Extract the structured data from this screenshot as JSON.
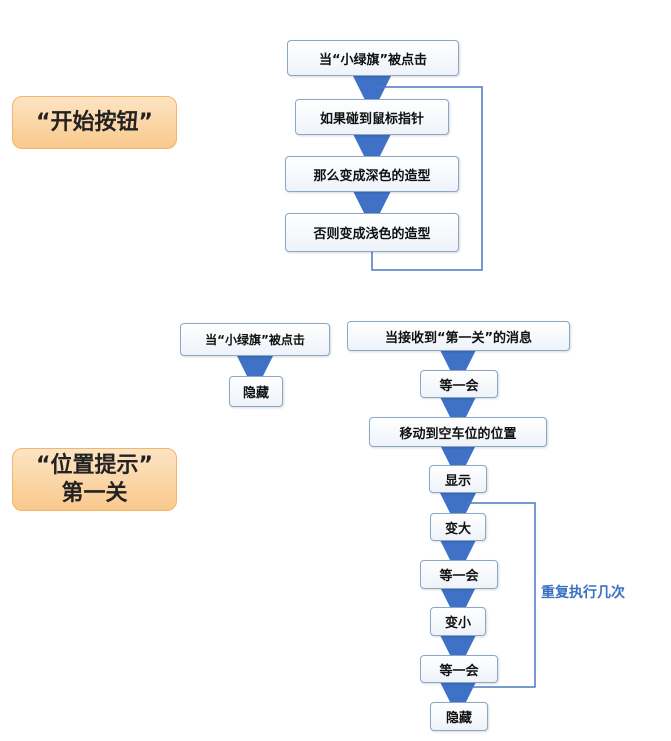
{
  "colors": {
    "arrow": "#3f72c6",
    "loop_line": "#4a78c4",
    "label_bg": "#f9c98d",
    "node_border": "#8aa6c8"
  },
  "labels": {
    "start_button": "“开始按钮”",
    "hint_line1": "“位置提示”",
    "hint_line2": "第一关"
  },
  "flow1": {
    "n1": "当“小绿旗”被点击",
    "n2": "如果碰到鼠标指针",
    "n3": "那么变成深色的造型",
    "n4": "否则变成浅色的造型"
  },
  "flow2": {
    "n1": "当“小绿旗”被点击",
    "n2": "隐藏"
  },
  "flow3": {
    "n1": "当接收到“第一关”的消息",
    "n2": "等一会",
    "n3": "移动到空车位的位置",
    "n4": "显示",
    "n5": "变大",
    "n6": "等一会",
    "n7": "变小",
    "n8": "等一会",
    "n9": "隐藏",
    "loop_label": "重复执行几次"
  }
}
